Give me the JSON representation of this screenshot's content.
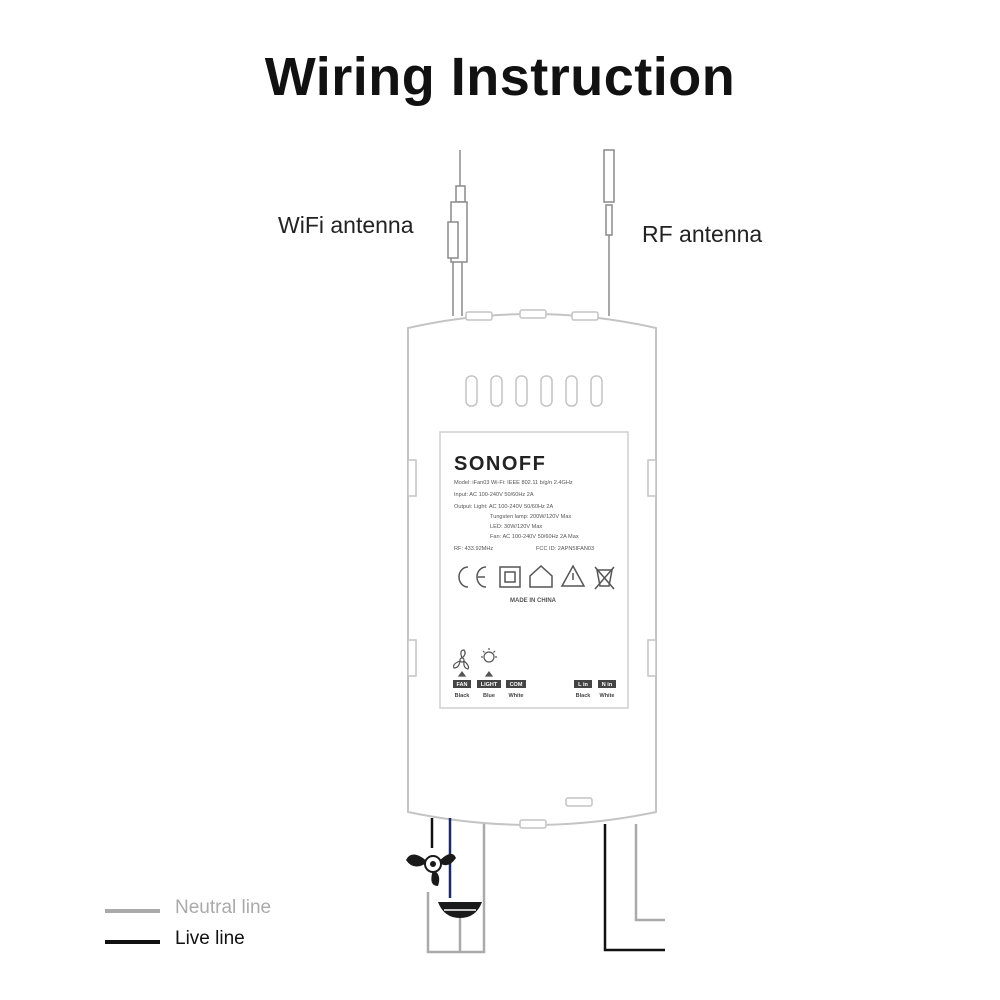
{
  "title": "Wiring Instruction",
  "antennas": {
    "wifi_label": "WiFi antenna",
    "rf_label": "RF antenna"
  },
  "device": {
    "brand": "SONOFF",
    "label_lines": [
      "Model: iFan03    Wi-Fi: IEEE 802.11 b/g/n 2.4GHz",
      "Input: AC 100-240V 50/60Hz 2A",
      "Output:   Light: AC 100-240V 50/60Hz 2A",
      "Tungsten lamp: 200W/120V Max",
      "LED: 30W/120V Max",
      "Fan: AC 100-240V 50/60Hz 2A Max",
      "RF: 433.92MHz",
      "FCC ID: 2APN5IFAN03"
    ],
    "made_in": "MADE IN CHINA",
    "terminals_left": [
      {
        "tag": "FAN",
        "color": "Black"
      },
      {
        "tag": "LIGHT",
        "color": "Blue"
      },
      {
        "tag": "COM",
        "color": "White"
      }
    ],
    "terminals_right": [
      {
        "tag": "L in",
        "color": "Black"
      },
      {
        "tag": "N in",
        "color": "White"
      }
    ]
  },
  "legend": {
    "neutral_label": "Neutral line",
    "live_label": "Live line",
    "neutral_color": "#aaaaaa",
    "live_color": "#111111"
  }
}
